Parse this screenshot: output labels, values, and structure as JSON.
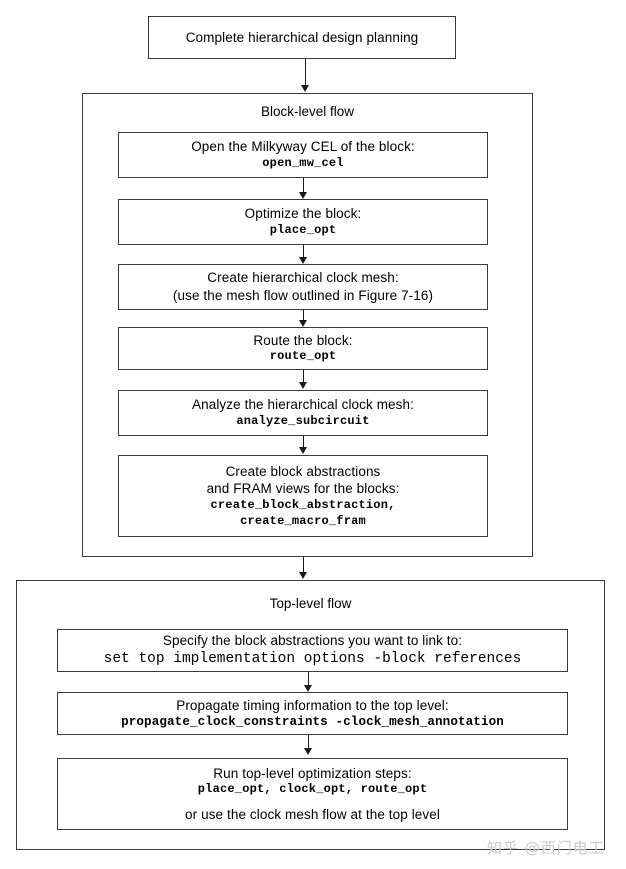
{
  "diagram": {
    "title_box": {
      "text": "Complete hierarchical design planning"
    },
    "block_flow": {
      "section_label": "Block-level flow",
      "steps": [
        {
          "id": "open-milkyway-cel",
          "lines": [
            {
              "text": "Open the Milkyway CEL of the block:",
              "style": "sans"
            },
            {
              "text": "open_mw_cel",
              "style": "mono"
            }
          ]
        },
        {
          "id": "optimize-block",
          "lines": [
            {
              "text": "Optimize the block:",
              "style": "sans"
            },
            {
              "text": "place_opt",
              "style": "mono"
            }
          ]
        },
        {
          "id": "create-hierarchical-clock-mesh",
          "lines": [
            {
              "text": "Create hierarchical clock mesh:",
              "style": "sans"
            },
            {
              "text": "(use the mesh flow outlined in Figure 7-16)",
              "style": "sans"
            }
          ]
        },
        {
          "id": "route-block",
          "lines": [
            {
              "text": "Route the block:",
              "style": "sans"
            },
            {
              "text": "route_opt",
              "style": "mono"
            }
          ]
        },
        {
          "id": "analyze-hierarchical-clock-mesh",
          "lines": [
            {
              "text": "Analyze the hierarchical clock mesh:",
              "style": "sans"
            },
            {
              "text": "analyze_subcircuit",
              "style": "mono"
            }
          ]
        },
        {
          "id": "create-block-abstractions",
          "lines": [
            {
              "text": "Create block abstractions",
              "style": "sans"
            },
            {
              "text": "and FRAM views for the blocks:",
              "style": "sans"
            },
            {
              "text": "create_block_abstraction,",
              "style": "mono"
            },
            {
              "text": "create_macro_fram",
              "style": "mono"
            }
          ]
        }
      ]
    },
    "top_flow": {
      "section_label": "Top-level flow",
      "steps": [
        {
          "id": "specify-block-abstractions",
          "lines": [
            {
              "text": "Specify the block abstractions you want to link to:",
              "style": "sans"
            },
            {
              "text": "set top implementation options -block references",
              "style": "mono-big"
            }
          ]
        },
        {
          "id": "propagate-timing-information",
          "lines": [
            {
              "text": "Propagate timing information to the top level:",
              "style": "sans"
            },
            {
              "text": "propagate_clock_constraints -clock_mesh_annotation",
              "style": "mono-wide"
            }
          ]
        },
        {
          "id": "run-top-level-optimization",
          "lines": [
            {
              "text": "Run top-level optimization steps:",
              "style": "sans"
            },
            {
              "text": "place_opt, clock_opt, route_opt",
              "style": "mono"
            },
            {
              "text": "or use the clock mesh flow at the top level",
              "style": "sans"
            }
          ]
        }
      ]
    },
    "watermark": {
      "text": "知乎 @西门电工"
    },
    "colors": {
      "stroke": "#3a3a3a",
      "connector": "#1a1a1a",
      "background": "#ffffff",
      "watermark": "#c9c9c9"
    }
  }
}
